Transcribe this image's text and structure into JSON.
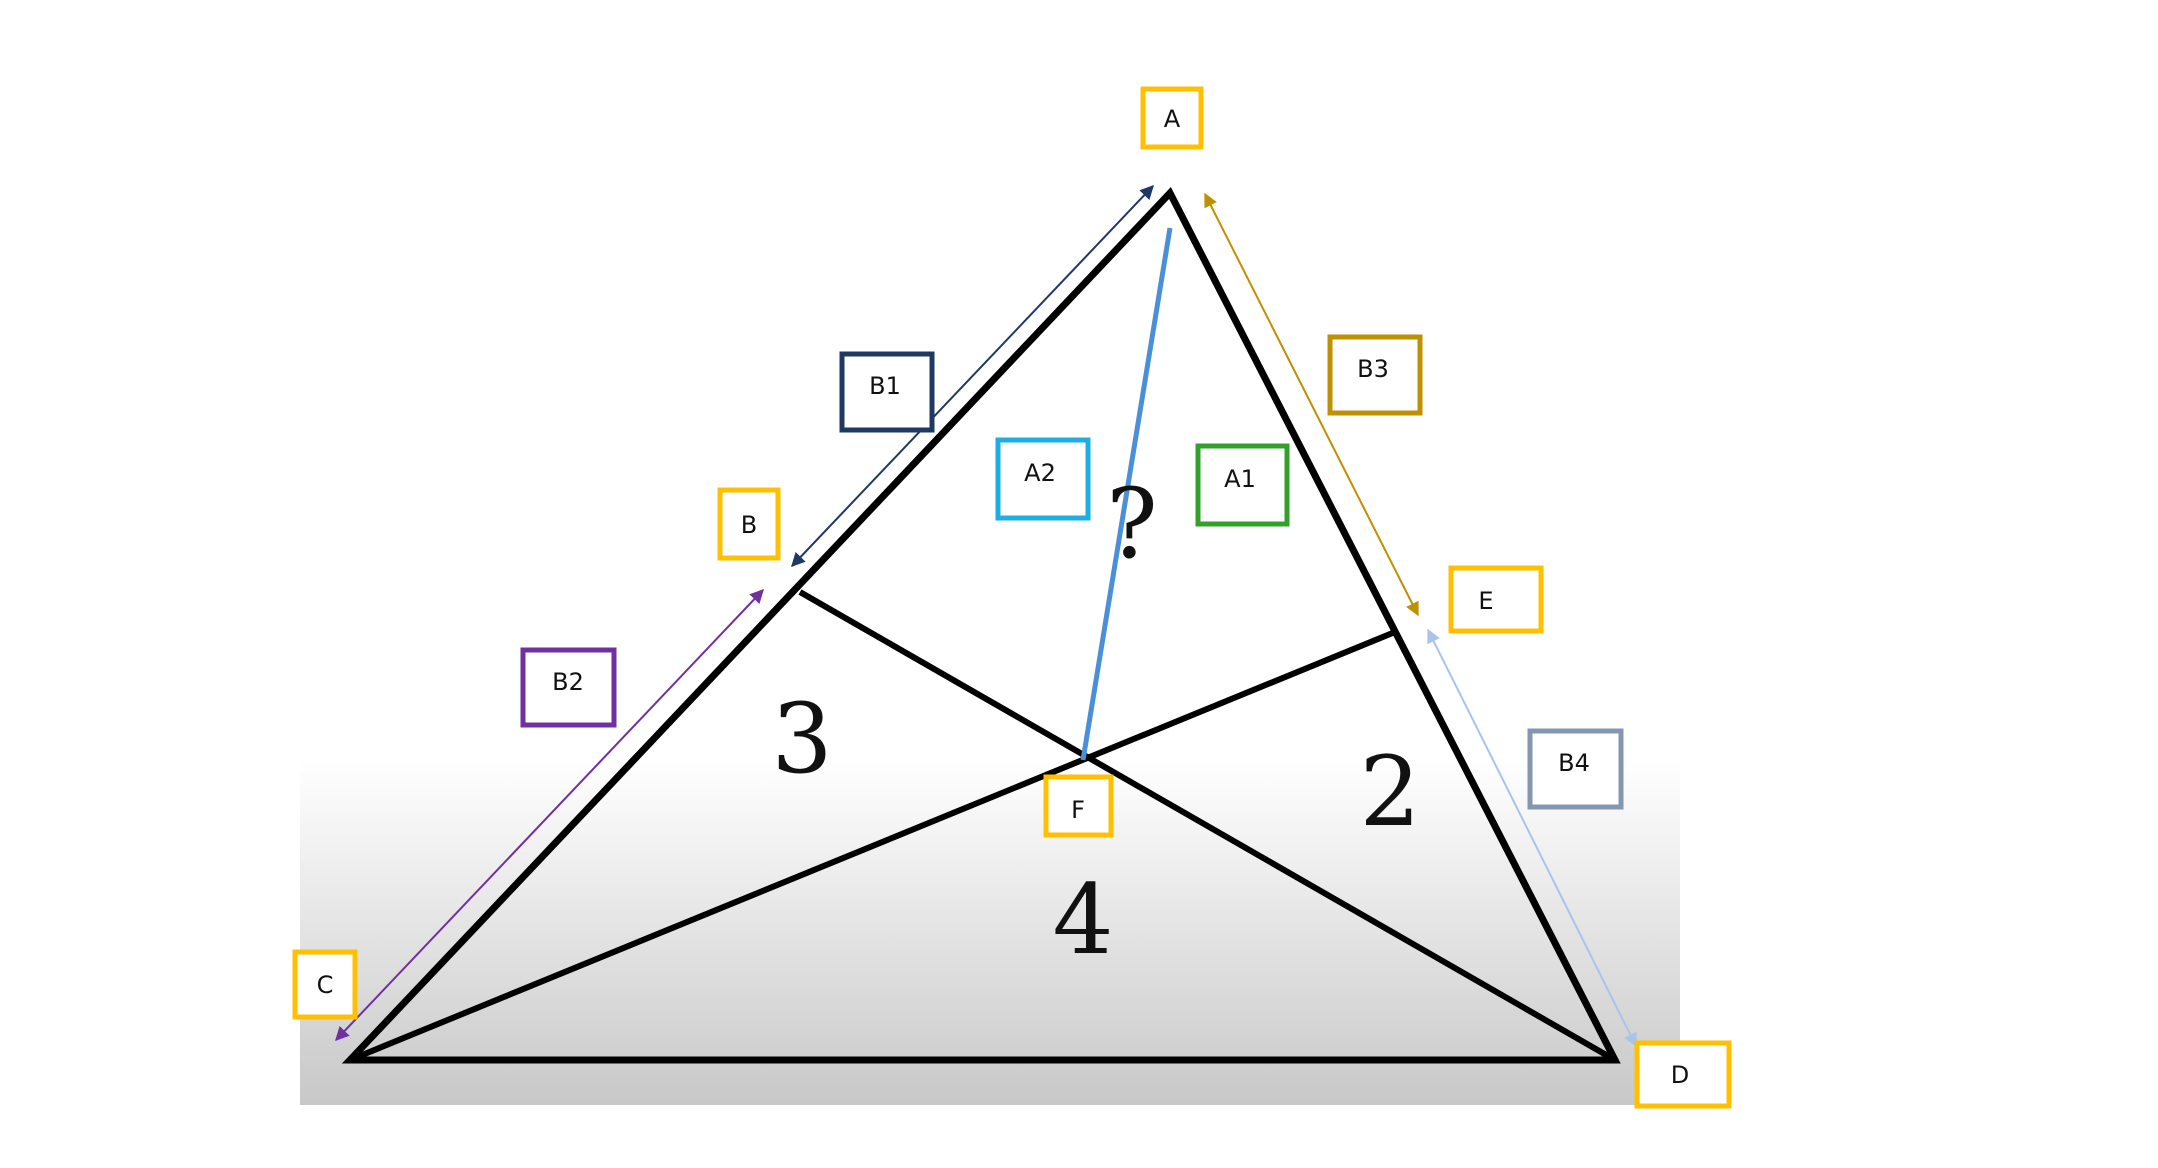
{
  "regions": {
    "top": "?",
    "left": "3",
    "right": "2",
    "bottom": "4"
  },
  "points": {
    "A": "A",
    "B": "B",
    "C": "C",
    "D": "D",
    "E": "E",
    "F": "F"
  },
  "segments": {
    "B1": "B1",
    "B2": "B2",
    "B3": "B3",
    "B4": "B4"
  },
  "areas": {
    "A1": "A1",
    "A2": "A2"
  },
  "colors": {
    "point_box": "#FFC000",
    "B1": "#1F3864",
    "B2": "#7030A0",
    "B3": "#BF9000",
    "B4": "#8497B0",
    "A1": "#33A02C",
    "A2": "#1EAEE6",
    "cevian_AF": "#4A90D9",
    "B4_arrow": "#A9C4EB"
  }
}
